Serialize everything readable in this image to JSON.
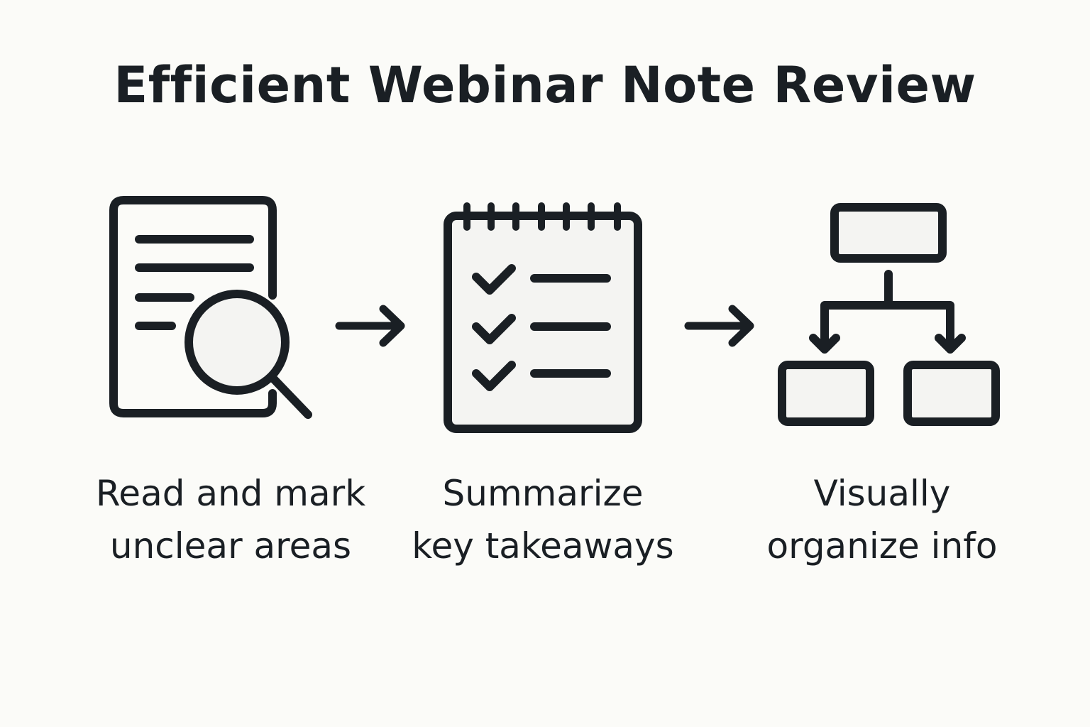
{
  "title": "Efficient Webinar Note Review",
  "colors": {
    "ink": "#1a1f24",
    "background": "#fbfbf8",
    "icon_fill": "#f4f4f2"
  },
  "steps": [
    {
      "icon": "document-magnifier-icon",
      "label_line1": "Read and mark",
      "label_line2": "unclear areas"
    },
    {
      "icon": "checklist-notepad-icon",
      "label_line1": "Summarize",
      "label_line2": "key takeaways"
    },
    {
      "icon": "hierarchy-diagram-icon",
      "label_line1": "Visually",
      "label_line2": "organize info"
    }
  ],
  "connectors": [
    "arrow-right-icon",
    "arrow-right-icon"
  ]
}
